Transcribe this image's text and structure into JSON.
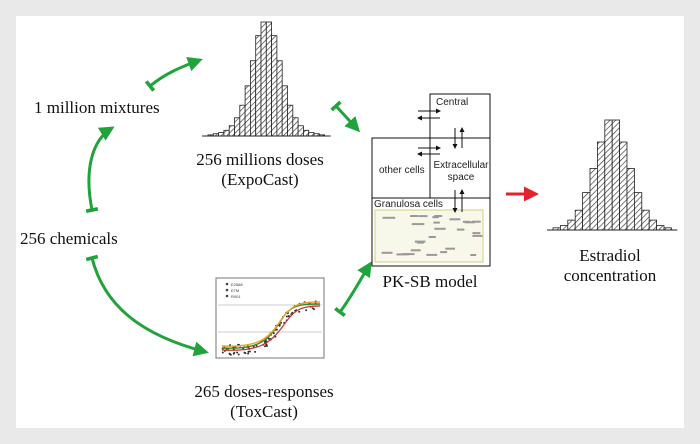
{
  "nodes": {
    "mixtures": "1 million mixtures",
    "chemicals": "256 chemicals",
    "doses_line1": "256 millions doses",
    "doses_line2": "(ExpoCast)",
    "responses_line1": "265 doses-responses",
    "responses_line2": "(ToxCast)",
    "model": "PK-SB model",
    "output_line1": "Estradiol",
    "output_line2": "concentration"
  },
  "model_compartments": {
    "central": "Central",
    "other_cells": "other cells",
    "extracellular_line1": "Extracellular",
    "extracellular_line2": "space",
    "granulosa": "Granulosa cells"
  },
  "colors": {
    "flow_arrow": "#1fa33a",
    "output_arrow": "#e2232a",
    "hatch": "#333333",
    "frame": "#e9e9e9"
  },
  "histogram_doses": {
    "values": [
      1,
      2,
      3,
      5,
      9,
      16,
      27,
      44,
      66,
      88,
      100,
      100,
      88,
      66,
      44,
      27,
      16,
      9,
      5,
      3,
      2,
      1
    ]
  },
  "histogram_estradiol": {
    "values": [
      2,
      4,
      9,
      18,
      34,
      56,
      80,
      100,
      100,
      80,
      56,
      34,
      18,
      9,
      4,
      2
    ]
  },
  "dose_response_legend": [
    "E2568",
    "E7M",
    "R001"
  ]
}
